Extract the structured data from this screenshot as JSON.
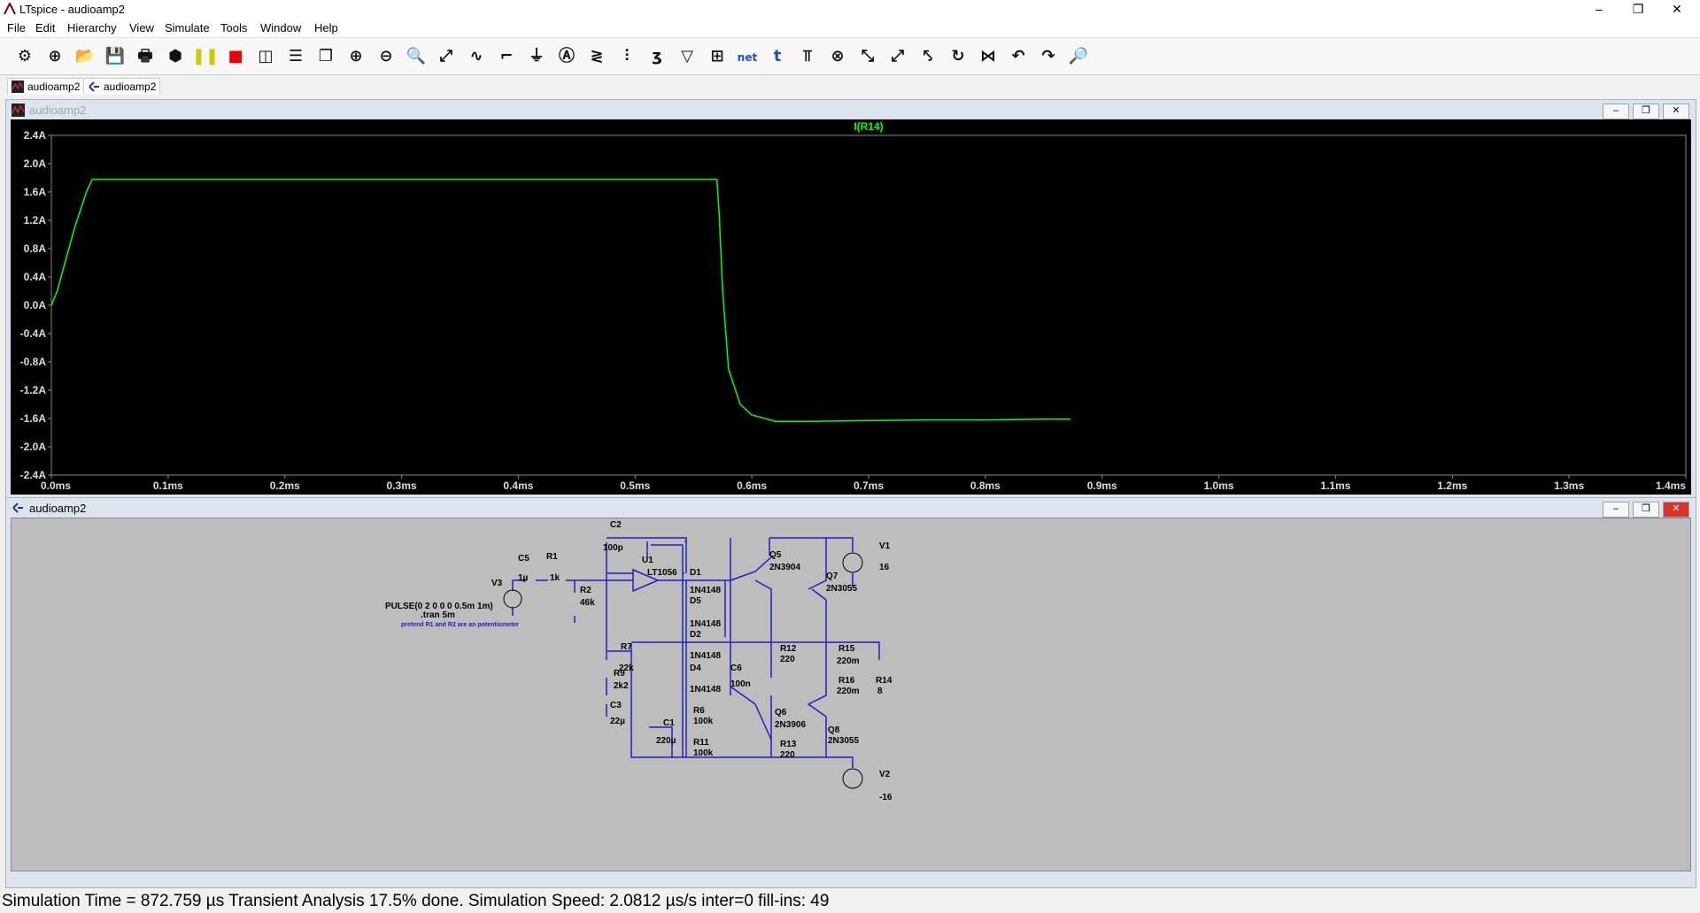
{
  "window": {
    "title": "LTspice - audioamp2"
  },
  "menu": [
    "File",
    "Edit",
    "Hierarchy",
    "View",
    "Simulate",
    "Tools",
    "Window",
    "Help"
  ],
  "toolbar_icons": [
    "settings-icon",
    "new-schematic-icon",
    "open-icon",
    "save-icon",
    "print-icon",
    "control-panel-icon",
    "pause-icon",
    "halt-icon",
    "tile-vertical-icon",
    "tile-horizontal-icon",
    "cascade-icon",
    "zoom-in-icon",
    "zoom-out-icon",
    "zoom-fit-icon",
    "zoom-full-icon",
    "autorange-icon",
    "wire-icon",
    "ground-icon",
    "label-net-icon",
    "resistor-icon",
    "capacitor-icon",
    "inductor-icon",
    "diode-icon",
    "component-icon",
    "net-name-icon",
    "text-icon",
    "spice-directive-icon",
    "delete-icon",
    "duplicate-icon",
    "move-icon",
    "drag-icon",
    "rotate-icon",
    "mirror-icon",
    "undo-icon",
    "redo-icon",
    "find-icon"
  ],
  "doc_tabs": [
    {
      "label": "audioamp2",
      "type": "waveform"
    },
    {
      "label": "audioamp2",
      "type": "schematic"
    }
  ],
  "waveform_window": {
    "title": "audioamp2",
    "trace_label": "I(R14)",
    "trace_color": "#00ff00"
  },
  "schematic_window": {
    "title": "audioamp2"
  },
  "chart_data": {
    "type": "line",
    "title": "",
    "series": [
      {
        "name": "I(R14)",
        "color": "#00ff00",
        "x": [
          0,
          0.005,
          0.01,
          0.02,
          0.03,
          0.035,
          0.1,
          0.2,
          0.3,
          0.4,
          0.5,
          0.57,
          0.572,
          0.575,
          0.58,
          0.59,
          0.6,
          0.62,
          0.65,
          0.7,
          0.75,
          0.8,
          0.85,
          0.873
        ],
        "y": [
          0,
          0.2,
          0.5,
          1.1,
          1.6,
          1.78,
          1.78,
          1.78,
          1.78,
          1.78,
          1.78,
          1.78,
          1.3,
          0.2,
          -0.9,
          -1.4,
          -1.55,
          -1.64,
          -1.64,
          -1.63,
          -1.62,
          -1.62,
          -1.61,
          -1.61
        ]
      }
    ],
    "x_ticks": [
      "0.0ms",
      "0.1ms",
      "0.2ms",
      "0.3ms",
      "0.4ms",
      "0.5ms",
      "0.6ms",
      "0.7ms",
      "0.8ms",
      "0.9ms",
      "1.0ms",
      "1.1ms",
      "1.2ms",
      "1.3ms",
      "1.4ms"
    ],
    "y_ticks": [
      "2.4A",
      "2.0A",
      "1.6A",
      "1.2A",
      "0.8A",
      "0.4A",
      "0.0A",
      "-0.4A",
      "-0.8A",
      "-1.2A",
      "-1.6A",
      "-2.0A",
      "-2.4A"
    ],
    "xlim": [
      0,
      1.4
    ],
    "ylim": [
      -2.4,
      2.4
    ],
    "grid": false
  },
  "schematic_labels": {
    "C2": "C2",
    "C2v": "100p",
    "U1": "U1",
    "U1v": "LT1056",
    "C5": "C5",
    "C5v": "1µ",
    "R1": "R1",
    "R1v": "1k",
    "V3": "V3",
    "R2": "R2",
    "R2v": "46k",
    "pulse": "PULSE(0 2 0 0 0 0.5m 1m)",
    "tran": ".tran 5m",
    "note": "pretend R1 and R2 are an potentiometer",
    "D1": "D1",
    "D1v": "1N4148",
    "D5": "D5",
    "D5v": "1N4148",
    "D2": "D2",
    "D2v": "1N4148",
    "D4": "D4",
    "D4v": "1N4148",
    "R7": "R7",
    "R7v": "22k",
    "R9": "R9",
    "R9v": "2k2",
    "C3": "C3",
    "C3v": "22µ",
    "C6": "C6",
    "C6v": "100n",
    "C1": "C1",
    "C1v": "220µ",
    "R6": "R6",
    "R6v": "100k",
    "R11": "R11",
    "R11v": "100k",
    "Q5": "Q5",
    "Q5v": "2N3904",
    "Q6": "Q6",
    "Q6v": "2N3906",
    "R12": "R12",
    "R12v": "220",
    "R13": "R13",
    "R13v": "220",
    "Q7": "Q7",
    "Q7v": "2N3055",
    "Q8": "Q8",
    "Q8v": "2N3055",
    "R15": "R15",
    "R15v": "220m",
    "R16": "R16",
    "R16v": "220m",
    "R14": "R14",
    "R14v": "8",
    "V1": "V1",
    "V1v": "16",
    "V2": "V2",
    "V2v": "-16"
  },
  "status": {
    "text": "Simulation Time = 872.759 µs  Transient Analysis 17.5% done. Simulation Speed: 2.0812 µs/s inter=0 fill-ins: 49"
  }
}
